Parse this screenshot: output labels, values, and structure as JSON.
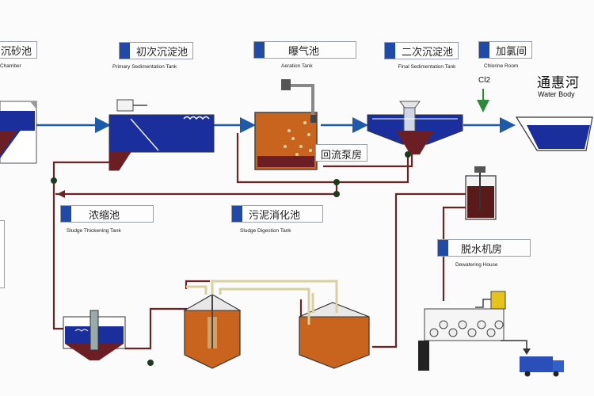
{
  "labels": {
    "grit_chamber": {
      "cn": "沉砂池",
      "en": "Chamber"
    },
    "primary_sedimentation": {
      "cn": "初次沉淀池",
      "en": "Primary Sedimentation Tank"
    },
    "aeration": {
      "cn": "曝气池",
      "en": "Aeration Tank"
    },
    "final_sedimentation": {
      "cn": "二次沉淀池",
      "en": "Final Sedimentation Tank"
    },
    "chlorine_room": {
      "cn": "加氯间",
      "en": "Chlorine Room"
    },
    "water_body": {
      "cn": "通惠河",
      "en": "Water Body"
    },
    "return_pump": {
      "cn": "回流泵房"
    },
    "sludge_thickening": {
      "cn": "浓缩池",
      "en": "Sludge Thickening Tank"
    },
    "sludge_digestion": {
      "cn": "污泥消化池",
      "en": "Sludge Digestion Tank"
    },
    "dewatering": {
      "cn": "脱水机房",
      "en": "Dewatering House"
    },
    "cl2": "Cl2"
  },
  "colors": {
    "water_blue": "#1a2f9c",
    "sludge_dark": "#5a1a1a",
    "sludge_orange": "#c8641e",
    "pipe": "#6a2424",
    "label_square": "#1f4aa8"
  }
}
